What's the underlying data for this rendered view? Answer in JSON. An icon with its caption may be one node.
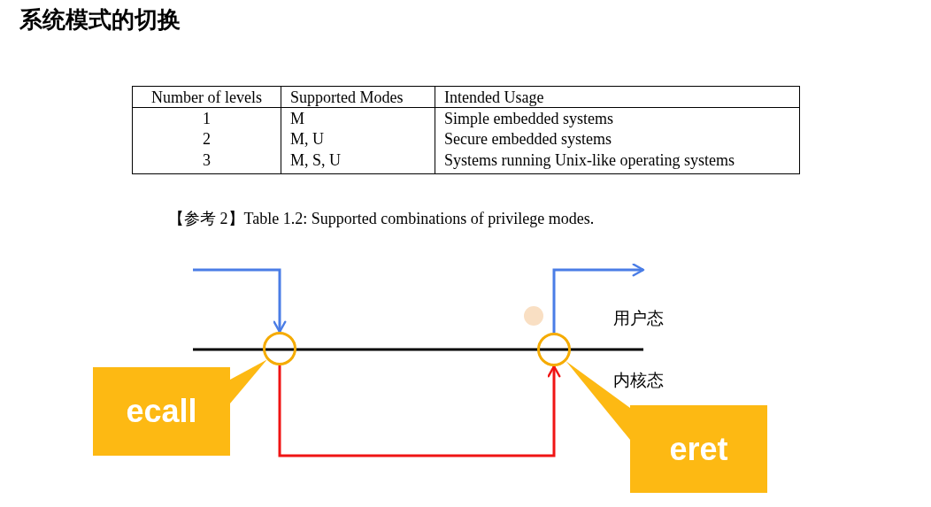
{
  "diagram": {
    "title": "系统模式的切换",
    "caption": "【参考 2】Table 1.2: Supported combinations of privilege modes.",
    "nodes": [
      {
        "text": [],
        "shape": "circle"
      },
      {
        "text": [],
        "shape": "circle"
      },
      {
        "text": [
          "ecall"
        ]
      },
      {
        "text": [
          "eret"
        ]
      }
    ],
    "edges": [
      {
        "from": null,
        "to": 0,
        "arrow": "to"
      },
      {
        "from": 0,
        "to": 1,
        "arrow": "to",
        "color": "#f01414"
      },
      {
        "from": 1,
        "to": null,
        "arrow": "to"
      },
      {
        "from": 2,
        "to": 0,
        "arrow": "none",
        "color": "#fdb913"
      },
      {
        "from": 3,
        "to": 1,
        "arrow": "none",
        "color": "#fdb913"
      }
    ],
    "labels": [
      "Number of levels",
      "Supported Modes",
      "Intended Usage",
      "1",
      "M",
      "Simple embedded systems",
      "2",
      "M, U",
      "Secure embedded systems",
      "3",
      "M, S, U",
      "Systems running Unix-like operating systems",
      "用户态",
      "内核态"
    ]
  }
}
